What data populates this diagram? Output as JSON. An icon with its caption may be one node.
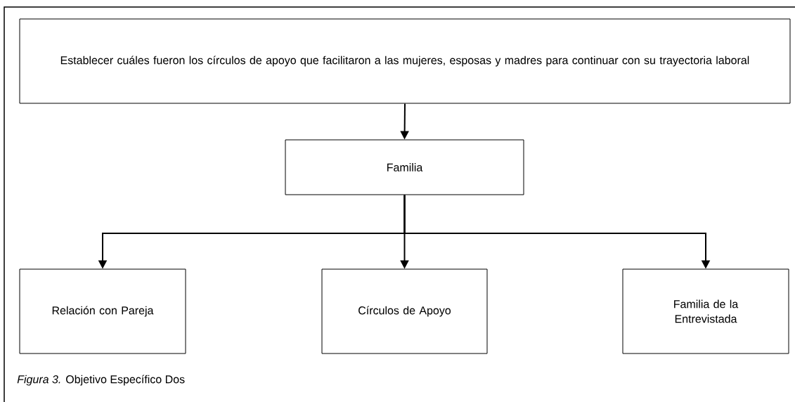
{
  "diagram": {
    "caption": "*Figura 3.*  Objetivo Específico Dos",
    "nodes": [
      {
        "text": [
          "Establecer cuáles fueron los círculos de apoyo que facilitaron a las mujeres, esposas y madres para continuar con su trayectoria laboral"
        ]
      },
      {
        "text": [
          "Familia"
        ]
      },
      {
        "text": [
          "Relación con Pareja"
        ]
      },
      {
        "text": [
          "Círculos de Apoyo"
        ]
      },
      {
        "text": [
          "Familia de la Entrevistada"
        ]
      }
    ],
    "edges": [
      {
        "from": 0,
        "to": 1,
        "arrow": "to"
      },
      {
        "from": 1,
        "to": 2,
        "arrow": "to"
      },
      {
        "from": 1,
        "to": 3,
        "arrow": "to"
      },
      {
        "from": 1,
        "to": 4,
        "arrow": "to"
      }
    ]
  }
}
